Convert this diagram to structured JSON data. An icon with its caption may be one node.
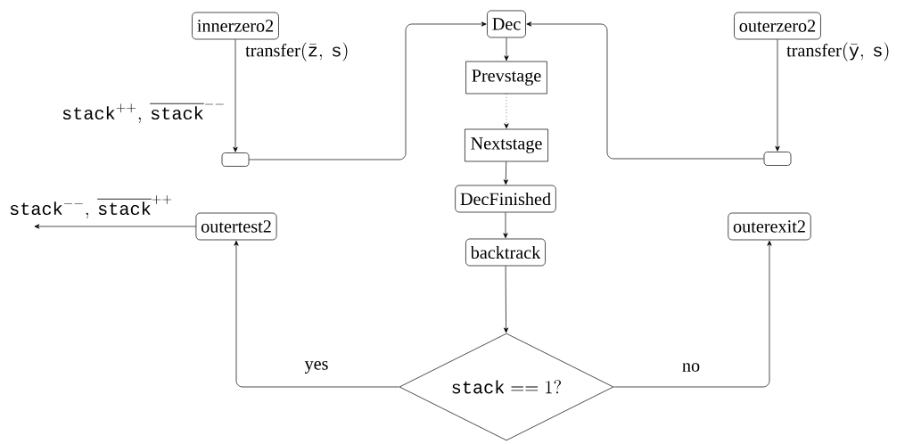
{
  "diagram": {
    "nodes": [
      {
        "text": [
          "innerzero2"
        ]
      },
      {
        "text": [
          "Dec"
        ]
      },
      {
        "text": [
          "outerzero2"
        ]
      },
      {
        "text": [
          "Prevstage"
        ]
      },
      {
        "text": [],
        "shape": "box"
      },
      {
        "text": [],
        "shape": "box"
      },
      {
        "text": [
          "Nextstage"
        ]
      },
      {
        "text": [
          "DecFinished"
        ]
      },
      {
        "text": [
          "outertest2"
        ]
      },
      {
        "text": [
          "outerexit2"
        ]
      },
      {
        "text": [
          "backtrack"
        ]
      },
      {
        "text": [
          "\\mathtt{stack} == 1?"
        ]
      }
    ],
    "edges": [
      {
        "from": 0,
        "to": 4,
        "arrow": "to",
        "label": "\\mathrm{transfer}(\\bar{\\mathtt{z}},\\ \\mathtt{s})"
      },
      {
        "from": 4,
        "to": 1,
        "arrow": "to"
      },
      {
        "from": 5,
        "to": 1,
        "arrow": "to"
      },
      {
        "from": 2,
        "to": 5,
        "arrow": "to",
        "label": "\\mathrm{transfer}(\\bar{\\mathtt{y}},\\ \\mathtt{s})"
      },
      {
        "from": 1,
        "to": 3,
        "arrow": "to"
      },
      {
        "from": 3,
        "to": 6,
        "arrow": "to",
        "style": "dashed"
      },
      {
        "from": 6,
        "to": 7,
        "arrow": "to"
      },
      {
        "from": 7,
        "to": 10,
        "arrow": "to"
      },
      {
        "from": 10,
        "to": 11,
        "arrow": "to"
      },
      {
        "from": 11,
        "to": 8,
        "arrow": "to",
        "label": "yes"
      },
      {
        "from": 11,
        "to": 9,
        "arrow": "to",
        "label": "no"
      },
      {
        "from": 8,
        "to": null,
        "arrow": "to",
        "label": "\\mathtt{stack}^{--},\\ \\overline{\\mathtt{stack}}^{++}"
      }
    ],
    "labels": [
      "\\mathtt{stack}^{++},\\ \\overline{\\mathtt{stack}}^{--}"
    ]
  }
}
